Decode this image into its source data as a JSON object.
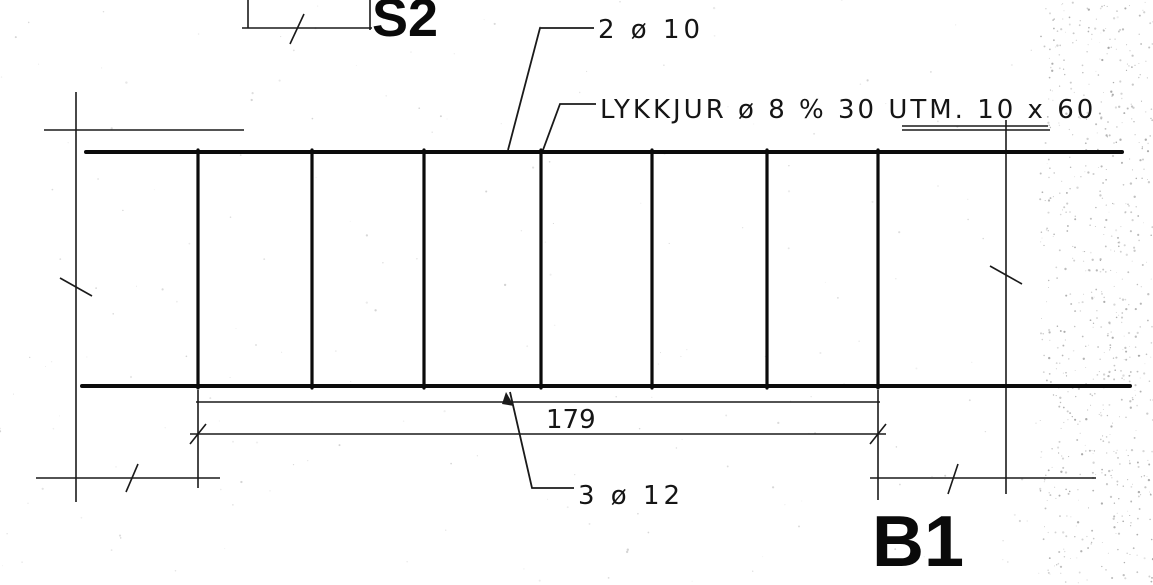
{
  "drawing": {
    "top_reinforcement_label": "2 ø 10",
    "stirrup_label": "LYKKJUR ø 8 % 30 UTM. 10 x 60",
    "bottom_reinforcement_label": "3 ø 12",
    "span_dimension": "179",
    "section_tag": "B1",
    "reference_tag": "S2"
  },
  "colors": {
    "ink": "#111111",
    "paper": "#ffffff"
  }
}
